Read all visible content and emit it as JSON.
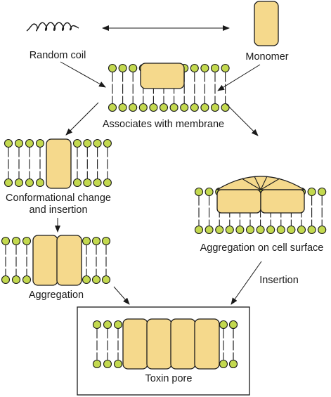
{
  "labels": {
    "random_coil": "Random coil",
    "monomer": "Monomer",
    "associates": "Associates with membrane",
    "conformational_change": "Conformational change",
    "and_insertion": "and insertion",
    "aggregation": "Aggregation",
    "aggregation_surface": "Aggregation on cell surface",
    "insertion": "Insertion",
    "toxin_pore": "Toxin pore"
  },
  "colors": {
    "protein_fill": "#f5d98c",
    "lipid_head": "#c3d94f",
    "outline": "#1a1a1a"
  }
}
